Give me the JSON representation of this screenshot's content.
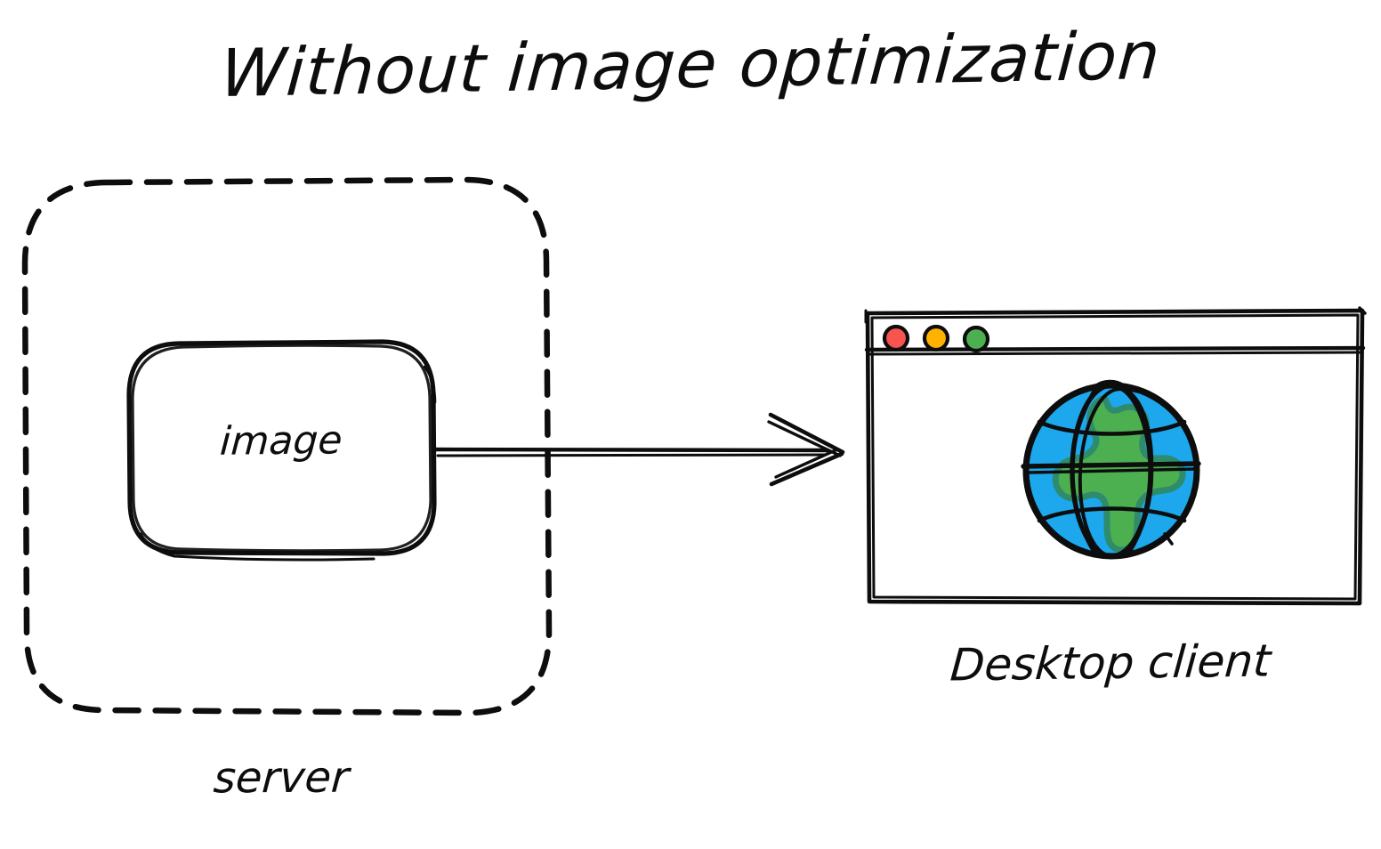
{
  "diagram": {
    "title": "Without image optimization",
    "style": "hand-drawn sketch",
    "background_color": "#ffffff",
    "ink_color": "#0d0d0d"
  },
  "server": {
    "boundary_label": "server",
    "boundary_style": "dashed-rounded-rectangle",
    "node": {
      "label": "image",
      "shape": "rounded-rectangle"
    }
  },
  "flow": {
    "arrow_label": "",
    "direction": "server-to-client"
  },
  "client": {
    "label": "Desktop client",
    "window": {
      "traffic_lights": [
        {
          "name": "close-dot",
          "color": "#F8544F"
        },
        {
          "name": "minimize-dot",
          "color": "#FFB300"
        },
        {
          "name": "maximize-dot",
          "color": "#4CB050"
        }
      ],
      "content": {
        "name": "globe-illustration",
        "ocean_color": "#1DA7EC",
        "land_color": "#4CAF50",
        "land_outline_color": "#2E8B6B"
      }
    }
  }
}
